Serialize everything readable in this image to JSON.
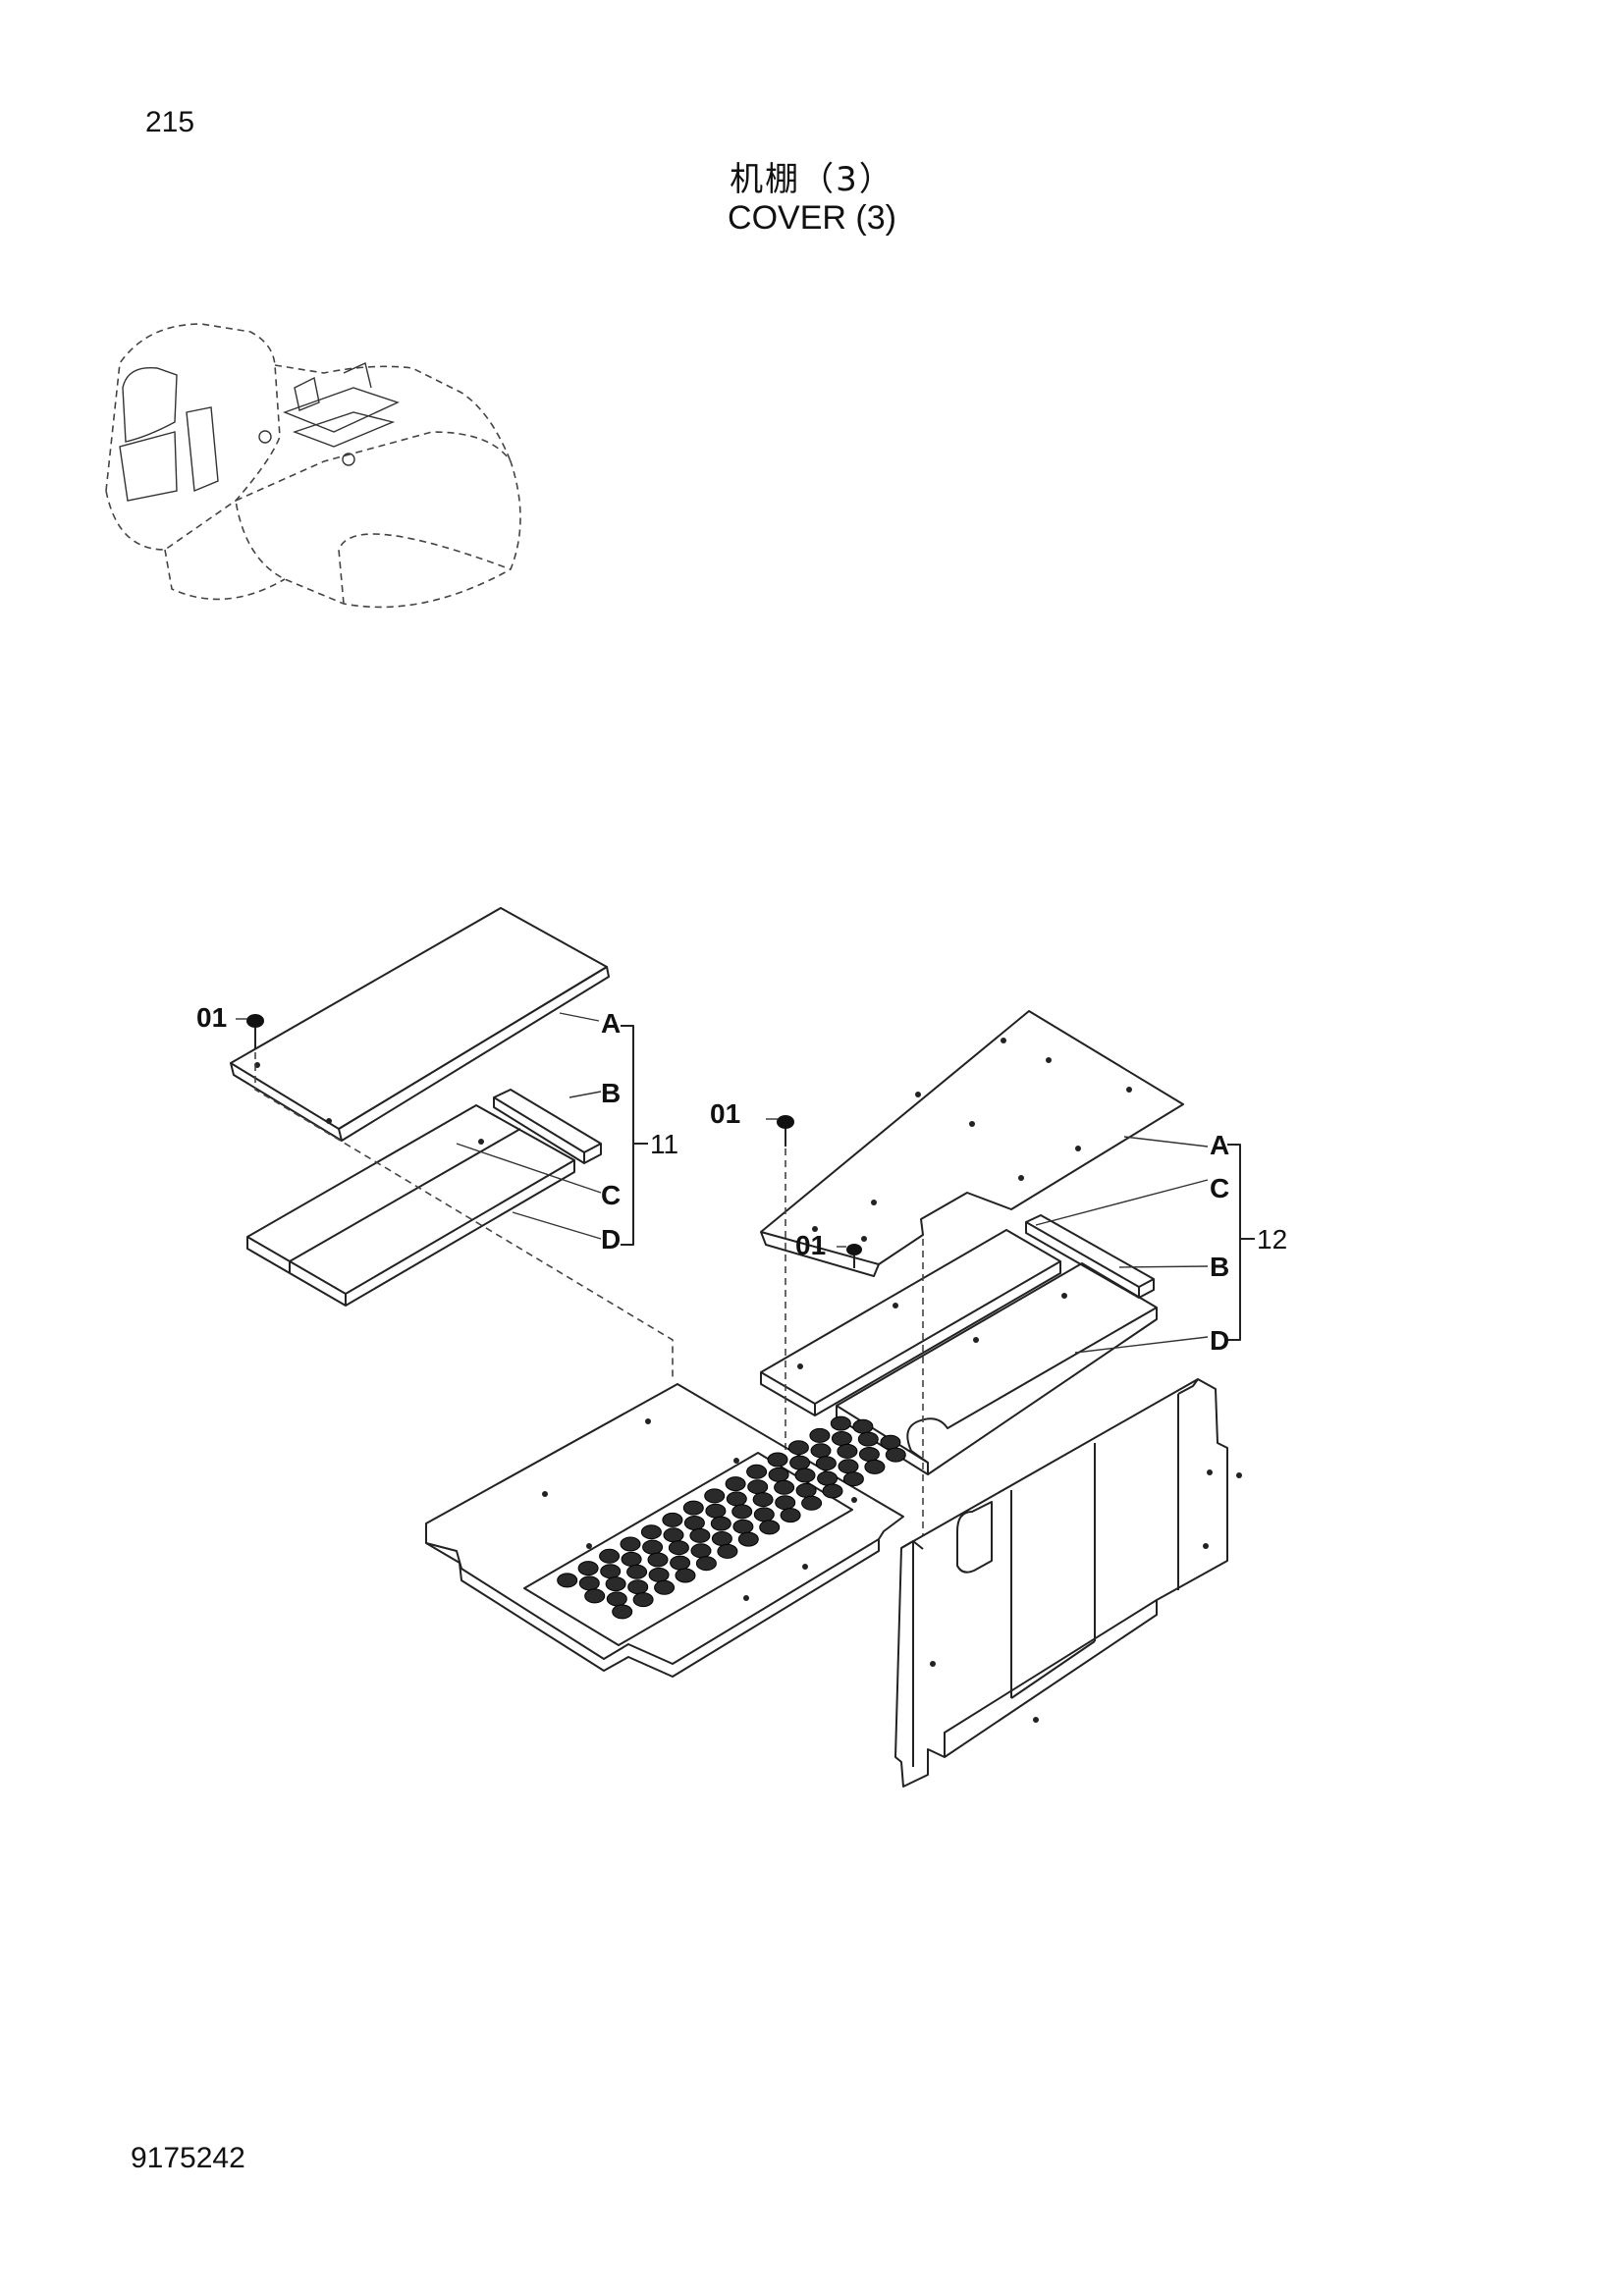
{
  "page_number": "215",
  "title_cn": "机棚（3）",
  "title_en": "COVER (3)",
  "doc_number": "9175242",
  "callouts": {
    "bolt_left": "01",
    "bolt_right_top": "01",
    "bolt_right_mid": "01",
    "group_left": "11",
    "group_right": "12",
    "left_a": "A",
    "left_b": "B",
    "left_c": "C",
    "left_d": "D",
    "right_a": "A",
    "right_c": "C",
    "right_b": "B",
    "right_d": "D"
  }
}
